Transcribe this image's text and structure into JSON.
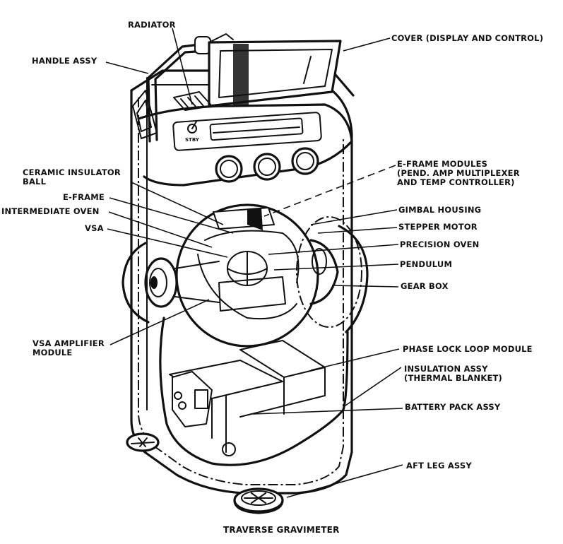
{
  "figure": {
    "title": "TRAVERSE GRAVIMETER",
    "colors": {
      "ink": "#111111",
      "background": "#ffffff"
    },
    "labels": {
      "radiator": "RADIATOR",
      "cover": "COVER (DISPLAY AND CONTROL)",
      "handle": "HANDLE ASSY",
      "ceramic_insulator_ball": "CERAMIC INSULATOR\nBALL",
      "e_frame": "E-FRAME",
      "intermediate_oven": "INTERMEDIATE OVEN",
      "vsa": "VSA",
      "e_frame_modules": "E-FRAME MODULES\n(PEND. AMP MULTIPLEXER\nAND TEMP CONTROLLER)",
      "gimbal_housing": "GIMBAL HOUSING",
      "stepper_motor": "STEPPER MOTOR",
      "precision_oven": "PRECISION OVEN",
      "pendulum": "PENDULUM",
      "gear_box": "GEAR BOX",
      "vsa_amplifier_module": "VSA AMPLIFIER\nMODULE",
      "phase_lock_loop_module": "PHASE LOCK LOOP MODULE",
      "insulation_assy": "INSULATION ASSY\n(THERMAL BLANKET)",
      "battery_pack_assy": "BATTERY PACK ASSY",
      "aft_leg_assy": "AFT LEG ASSY"
    },
    "panel": {
      "switch_label": "STBY"
    }
  }
}
